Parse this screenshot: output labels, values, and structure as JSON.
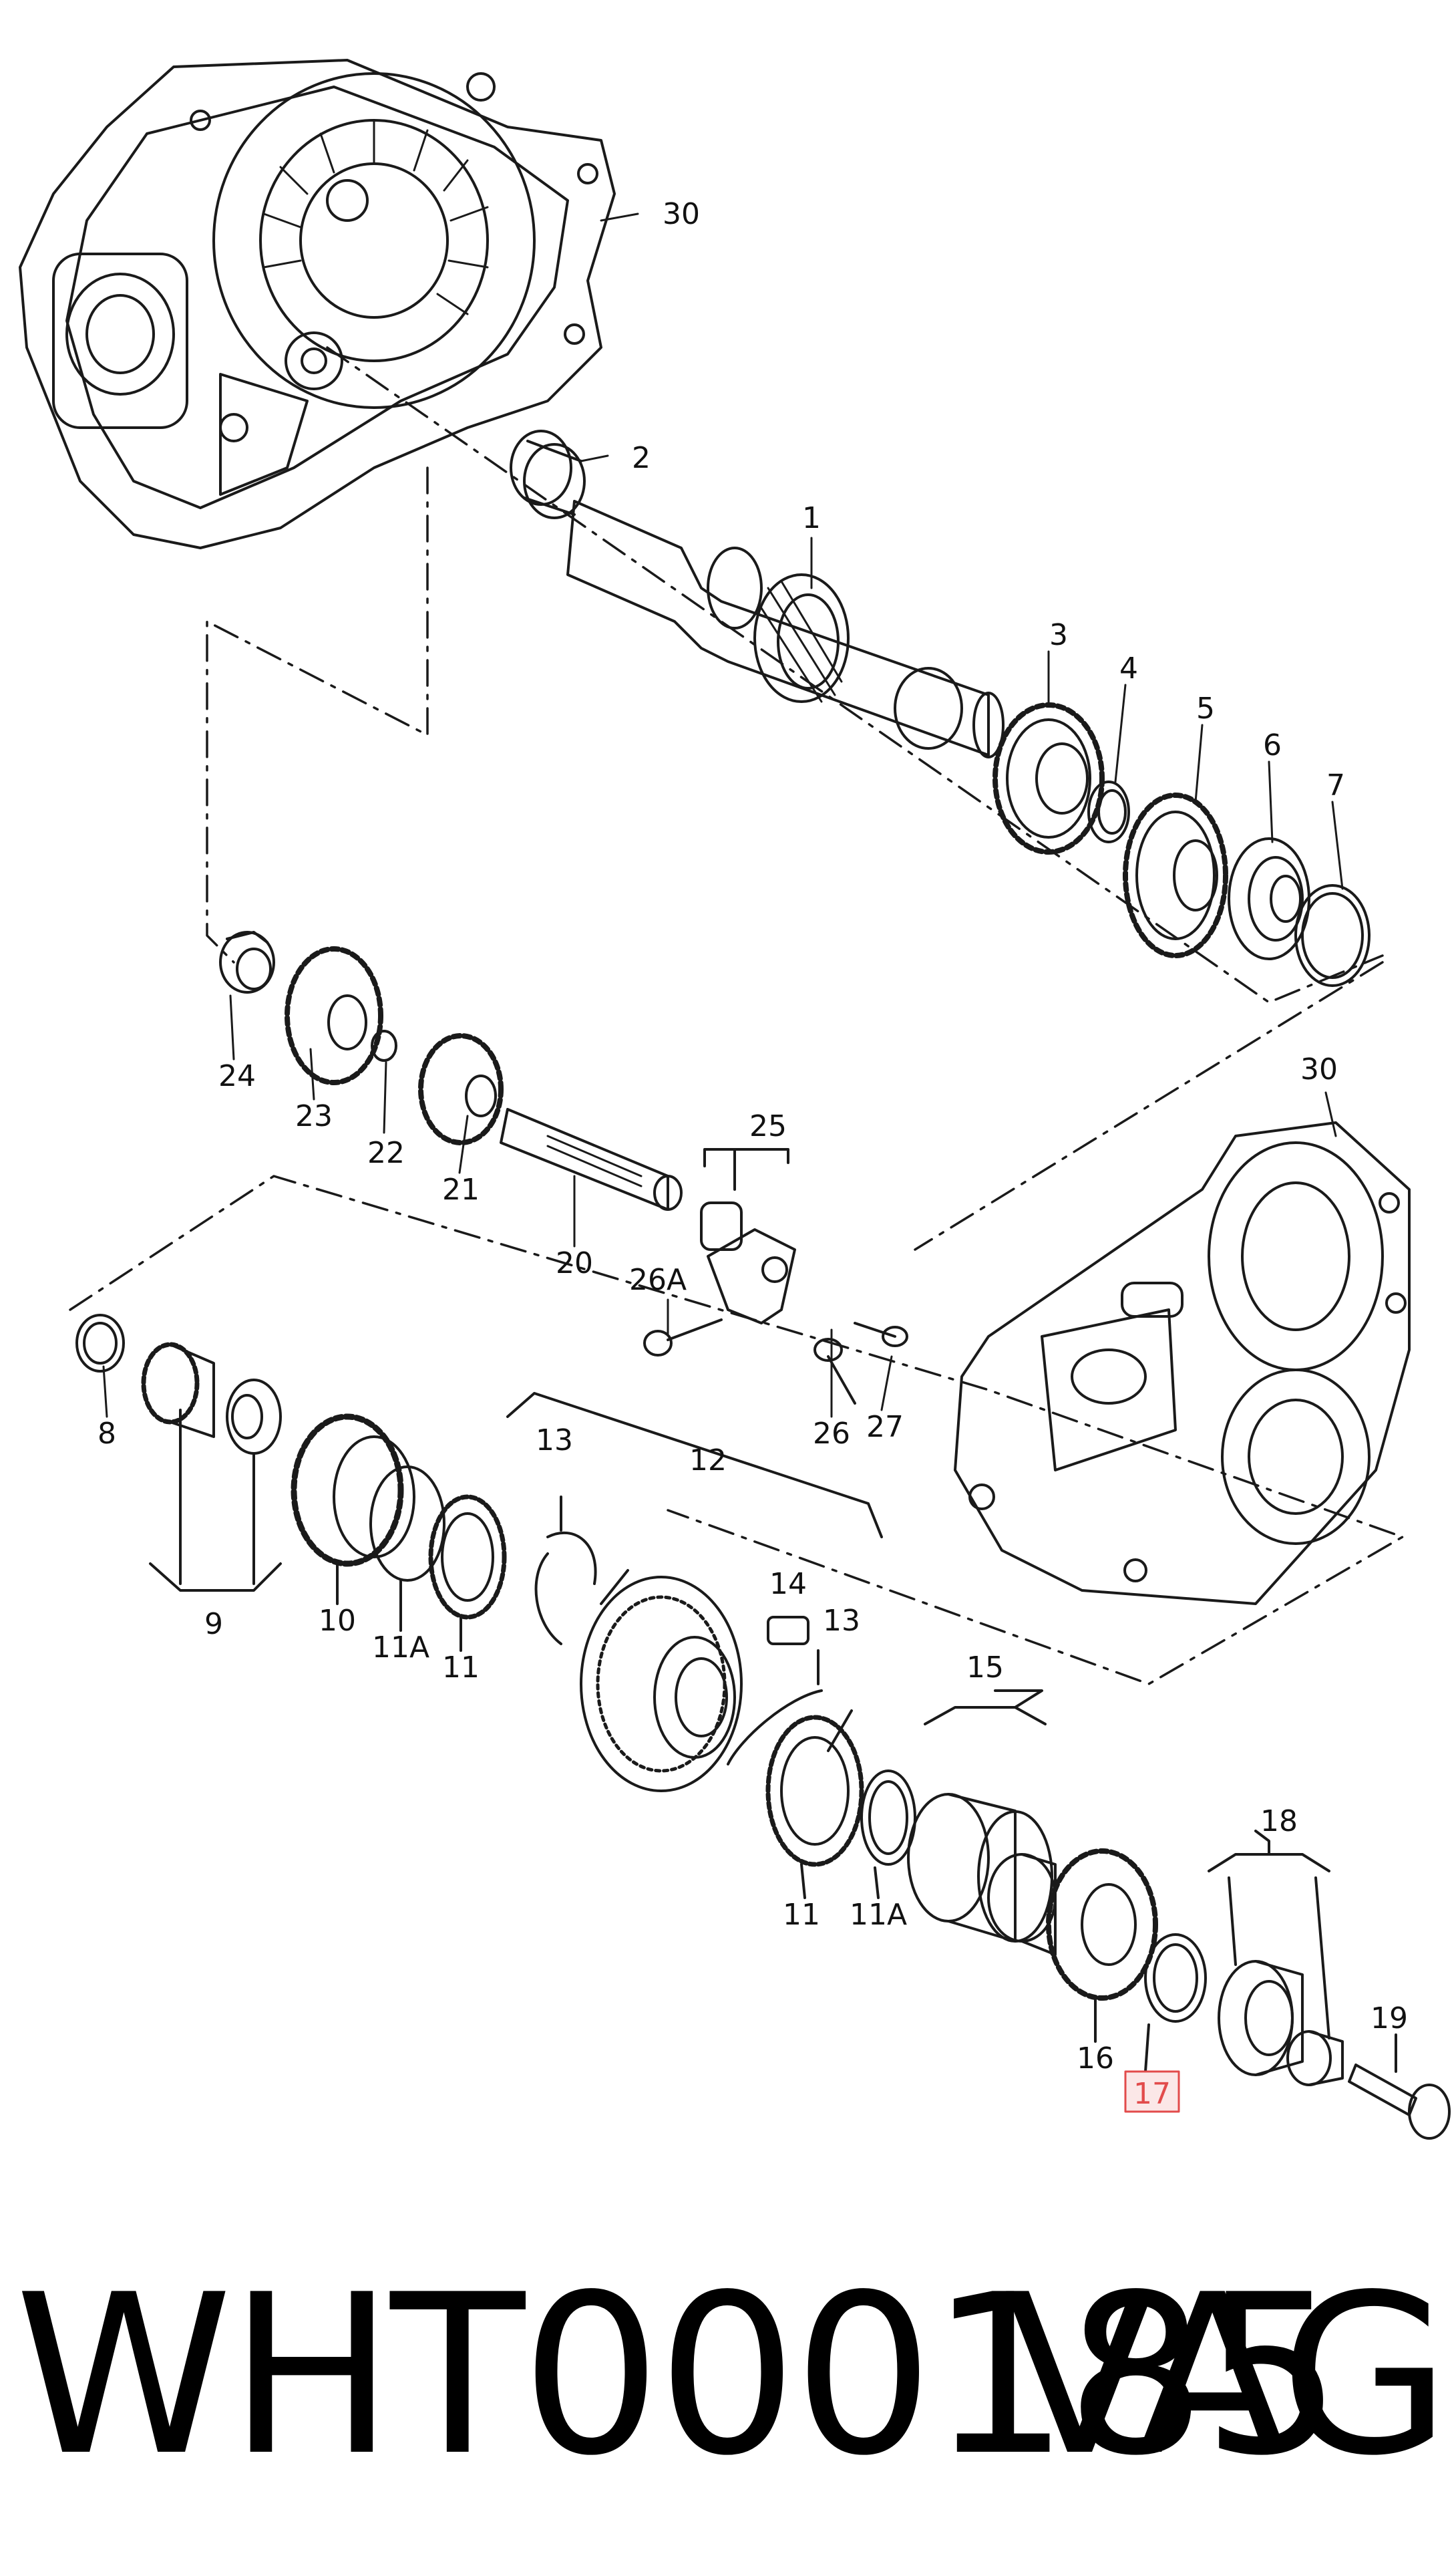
{
  "diagram": {
    "highlight_color": "#e24b4b",
    "highlighted_callout": "17",
    "callouts": [
      {
        "id": "c1",
        "label": "1"
      },
      {
        "id": "c2",
        "label": "2"
      },
      {
        "id": "c3",
        "label": "3"
      },
      {
        "id": "c4",
        "label": "4"
      },
      {
        "id": "c5",
        "label": "5"
      },
      {
        "id": "c6",
        "label": "6"
      },
      {
        "id": "c7",
        "label": "7"
      },
      {
        "id": "c8",
        "label": "8"
      },
      {
        "id": "c9",
        "label": "9"
      },
      {
        "id": "c10",
        "label": "10"
      },
      {
        "id": "c11a",
        "label": "11"
      },
      {
        "id": "c11b",
        "label": "11"
      },
      {
        "id": "c11A1",
        "label": "11A"
      },
      {
        "id": "c11A2",
        "label": "11A"
      },
      {
        "id": "c12",
        "label": "12"
      },
      {
        "id": "c13a",
        "label": "13"
      },
      {
        "id": "c13b",
        "label": "13"
      },
      {
        "id": "c14",
        "label": "14"
      },
      {
        "id": "c15",
        "label": "15"
      },
      {
        "id": "c16",
        "label": "16"
      },
      {
        "id": "c17",
        "label": "17"
      },
      {
        "id": "c18",
        "label": "18"
      },
      {
        "id": "c19",
        "label": "19"
      },
      {
        "id": "c20",
        "label": "20"
      },
      {
        "id": "c21",
        "label": "21"
      },
      {
        "id": "c22",
        "label": "22"
      },
      {
        "id": "c23",
        "label": "23"
      },
      {
        "id": "c24",
        "label": "24"
      },
      {
        "id": "c25",
        "label": "25"
      },
      {
        "id": "c26",
        "label": "26"
      },
      {
        "id": "c26A",
        "label": "26A"
      },
      {
        "id": "c27",
        "label": "27"
      },
      {
        "id": "c30a",
        "label": "30"
      },
      {
        "id": "c30b",
        "label": "30"
      }
    ]
  },
  "footer": {
    "part_number": "WHT000185",
    "brand": "VAG"
  }
}
